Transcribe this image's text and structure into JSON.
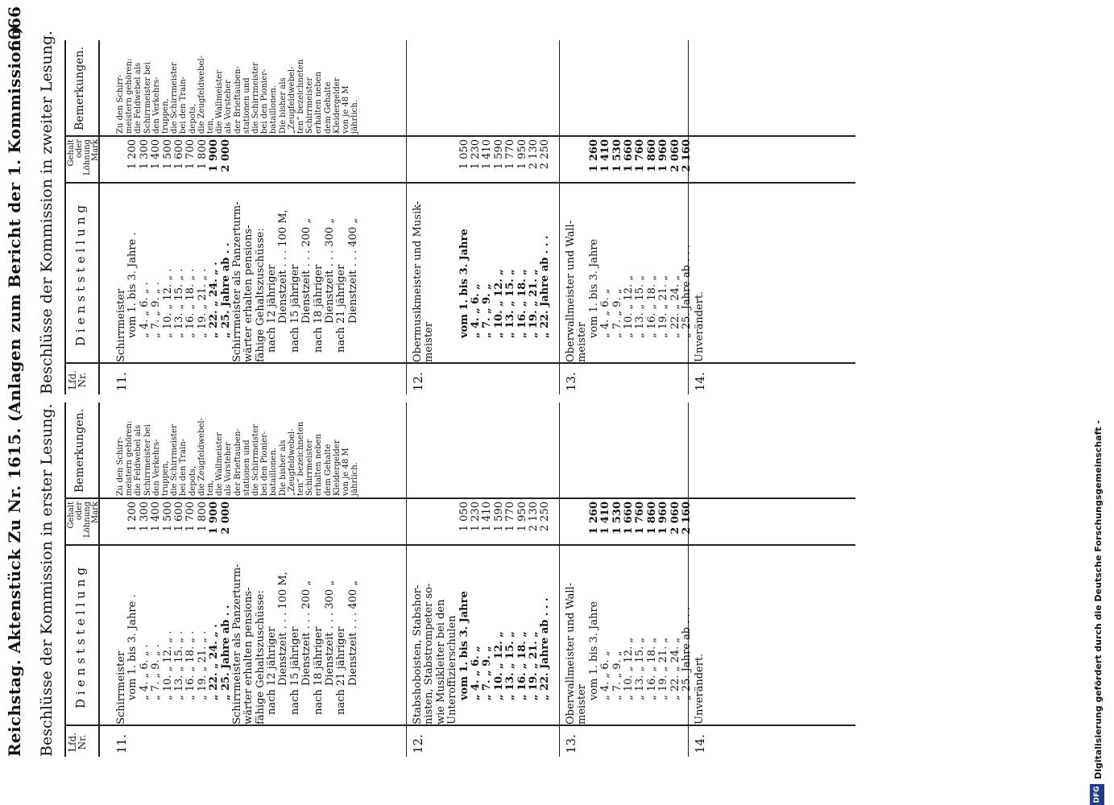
{
  "header": {
    "title": "Reichstag. Aktenstück Zu Nr. 1615. (Anlagen zum Bericht der 1. Kommission.)",
    "page_number": "6666"
  },
  "footer": {
    "funding_note": "Digitalisierung gefördert durch die Deutsche Forschungsgemeinschaft -",
    "logo_text": "DFG"
  },
  "columns": [
    {
      "title": "Beschlüsse der Kommission in erster Lesung.",
      "headers": {
        "nr": [
          "Lfd.",
          "Nr."
        ],
        "name": "Dienststellung",
        "salary": [
          "Gehalt",
          "oder",
          "Löhnung",
          "Mark"
        ],
        "remarks": "Bemerkungen."
      },
      "rows": [
        {
          "nr": "11.",
          "desc": [
            "Schirrmeister",
            "vom 1. bis 3. Jahre .",
            "„ 4. „ 6. „ .",
            "„ 7. „ 9. „ .",
            "„ 10. „ 12. „ .",
            "„ 13. „ 15. „ .",
            "„ 16. „ 18. „ .",
            "„ 19. „ 21. „ .",
            "„ 22. „ 24. „ .",
            "„ 25. Jahre ab . .",
            "Schirrmeister als Panzerturm-",
            "wärter erhalten pensions-",
            "fähige Gehaltszuschüsse:",
            "nach 12 jähriger",
            "Dienstzeit . . . 100 M,",
            "nach 15 jähriger",
            "Dienstzeit . . . 200 „",
            "nach 18 jähriger",
            "Dienstzeit . . . 300 „",
            "nach 21 jähriger",
            "Dienstzeit . . . 400 „"
          ],
          "salary": [
            "",
            "1 200",
            "1 300",
            "1 400",
            "1 500",
            "1 600",
            "1 700",
            "1 800",
            "1 900",
            "2 000"
          ],
          "remarks": [
            "Zu den Schirr-",
            "meistern gehören:",
            "die Feldwebel als",
            "Schirrmeister bei",
            "den Verkehrs-",
            "truppen,",
            "die Schirrmeister",
            "bei den Train-",
            "depots,",
            "die Zeugfeldwebel-",
            "ten,",
            "die Wallmeister",
            "als Vorsteher",
            "der Brieftauben-",
            "stationen und",
            "die Schirrmeister",
            "bei den Pionier-",
            "bataillonen.",
            "Die bisher als",
            "„Zeugfeldwebel-",
            "ten“ bezeichneten",
            "Schirrmeister",
            "erhalten neben",
            "dem Gehalte",
            "Kleidergelder",
            "von je 48 M",
            "jährlich."
          ]
        },
        {
          "nr": "12.",
          "desc": [
            "Stabshoboisten, Stabshor-",
            "nisten, Stabstrompeter so-",
            "wie Musikleiter bei den",
            "Unteroffizierschulen",
            "vom 1. bis 3. Jahre",
            "„ 4. „ 6. „",
            "„ 7. „ 9. „",
            "„ 10. „ 12. „",
            "„ 13. „ 15. „",
            "„ 16. „ 18. „",
            "„ 19. „ 21. „",
            "„ 22. Jahre ab . . ."
          ],
          "salary": [
            "",
            "",
            "",
            "",
            "1 050",
            "1 230",
            "1 410",
            "1 590",
            "1 770",
            "1 950",
            "2 130",
            "2 250"
          ]
        },
        {
          "nr": "13.",
          "desc": [
            "Oberwallmeister und Wall-",
            "meister",
            "vom 1. bis 3. Jahre",
            "„ 4. „ 6. „",
            "„ 7. „ 9. „",
            "„ 10. „ 12. „",
            "„ 13. „ 15. „",
            "„ 16. „ 18. „",
            "„ 19. „ 21. „",
            "„ 22. „ 24. „",
            "„ 25. Jahre ab . . ."
          ],
          "salary": [
            "",
            "",
            "1 260",
            "1 410",
            "1 530",
            "1 660",
            "1 760",
            "1 860",
            "1 960",
            "2 060",
            "2 160"
          ]
        },
        {
          "nr": "14.",
          "desc": [
            "Unverändert."
          ],
          "salary": []
        }
      ]
    },
    {
      "title": "Beschlüsse der Kommission in zweiter Lesung.",
      "headers": {
        "nr": [
          "Lfd.",
          "Nr."
        ],
        "name": "Dienststellung",
        "salary": [
          "Gehalt",
          "oder",
          "Löhnung",
          "Mark"
        ],
        "remarks": "Bemerkungen."
      },
      "rows": [
        {
          "nr": "11.",
          "desc": [
            "Schirrmeister",
            "vom 1. bis 3. Jahre .",
            "„ 4. „ 6. „ .",
            "„ 7. „ 9. „ .",
            "„ 10. „ 12. „ .",
            "„ 13. „ 15. „ .",
            "„ 16. „ 18. „ .",
            "„ 19. „ 21. „ .",
            "„ 22. „ 24. „ .",
            "„ 25. Jahre ab . .",
            "Schirrmeister als Panzerturm-",
            "wärter erhalten pensions-",
            "fähige Gehaltszuschüsse:",
            "nach 12 jähriger",
            "Dienstzeit . . . 100 M,",
            "nach 15 jähriger",
            "Dienstzeit . . . 200 „",
            "nach 18 jähriger",
            "Dienstzeit . . . 300 „",
            "nach 21 jähriger",
            "Dienstzeit . . . 400 „"
          ],
          "salary": [
            "",
            "1 200",
            "1 300",
            "1 400",
            "1 500",
            "1 600",
            "1 700",
            "1 800",
            "1 900",
            "2 000"
          ],
          "remarks": [
            "Zu den Schirr-",
            "meistern gehören:",
            "die Feldwebel als",
            "Schirrmeister bei",
            "den Verkehrs-",
            "truppen,",
            "die Schirrmeister",
            "bei den Train-",
            "depots,",
            "die Zeugfeldwebel-",
            "ten,",
            "die Wallmeister",
            "als Vorsteher",
            "der Brieftauben-",
            "stationen und",
            "die Schirrmeister",
            "bei den Pionier-",
            "bataillonen.",
            "Die bisher als",
            "„Zeugfeldwebel-",
            "ten“ bezeichneten",
            "Schirrmeister",
            "erhalten neben",
            "dem Gehalte",
            "Kleidergelder",
            "von je 48 M",
            "jährlich."
          ]
        },
        {
          "nr": "12.",
          "desc": [
            "Obermusikmeister und Musik-",
            "meister",
            "",
            "",
            "vom 1. bis 3. Jahre",
            "„ 4. „ 6. „",
            "„ 7. „ 9. „",
            "„ 10. „ 12. „",
            "„ 13. „ 15. „",
            "„ 16. „ 18. „",
            "„ 19. „ 21. „",
            "„ 22. Jahre ab . . ."
          ],
          "salary": [
            "",
            "",
            "",
            "",
            "1 050",
            "1 230",
            "1 410",
            "1 590",
            "1 770",
            "1 950",
            "2 130",
            "2 250"
          ]
        },
        {
          "nr": "13.",
          "desc": [
            "Oberwallmeister und Wall-",
            "meister",
            "vom 1. bis 3. Jahre",
            "„ 4. „ 6. „",
            "„ 7. „ 9. „",
            "„ 10. „ 12. „",
            "„ 13. „ 15. „",
            "„ 16. „ 18. „",
            "„ 19. „ 21. „",
            "„ 22. „ 24. „",
            "„ 25. Jahre ab . . ."
          ],
          "salary": [
            "",
            "",
            "1 260",
            "1 410",
            "1 530",
            "1 660",
            "1 760",
            "1 860",
            "1 960",
            "2 060",
            "2 160"
          ]
        },
        {
          "nr": "14.",
          "desc": [
            "Unverändert."
          ],
          "salary": []
        }
      ]
    }
  ]
}
